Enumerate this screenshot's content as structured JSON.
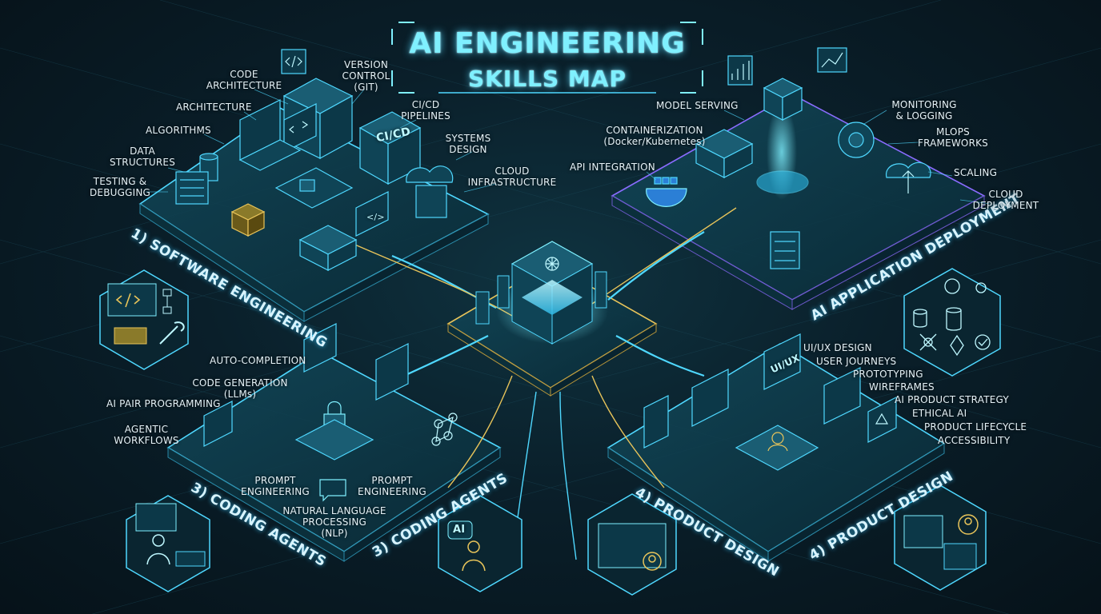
{
  "title": {
    "line1": "AI ENGINEERING",
    "line2": "SKILLS MAP"
  },
  "colors": {
    "accent": "#4fd8ff",
    "glow": "#7ff0ff",
    "gold": "#e8c45a",
    "purple": "#8a6cff",
    "panel": "#0e3a4a"
  },
  "sections": {
    "software": "1) SOFTWARE ENGINEERING",
    "deployment": "AI APPLICATION DEPLOYMENT",
    "coding_left": "3) CODING AGENTS",
    "coding_right": "3) CODING AGENTS",
    "product_left": "4) PRODUCT DESIGN",
    "product_right": "4) PRODUCT DESIGN"
  },
  "software_skills": {
    "code_architecture": "CODE\nARCHITECTURE",
    "version_control": "VERSION\nCONTROL\n(GIT)",
    "architecture": "ARCHITECTURE",
    "cicd": "CI/CD\nPIPELINES",
    "algorithms": "ALGORITHMS",
    "systems_design": "SYSTEMS\nDESIGN",
    "data_structures": "DATA\nSTRUCTURES",
    "cloud_infra": "CLOUD\nINFRASTRUCTURE",
    "testing": "TESTING &\nDEBUGGING"
  },
  "deployment_skills": {
    "model_serving": "MODEL SERVING",
    "monitoring": "MONITORING\n& LOGGING",
    "containerization": "CONTAINERIZATION\n(Docker/Kubernetes)",
    "mlops": "MLOPS\nFRAMEWORKS",
    "api_integration": "API INTEGRATION",
    "scaling": "SCALING",
    "cloud_deployment": "CLOUD\nDEPLOYMENT"
  },
  "coding_skills": {
    "auto_completion": "AUTO-COMPLETION",
    "code_generation": "CODE GENERATION\n(LLMs)",
    "pair_programming": "AI PAIR PROGRAMMING",
    "agentic": "AGENTIC\nWORKFLOWS",
    "prompt_left": "PROMPT\nENGINEERING",
    "prompt_right": "PROMPT\nENGINEERING",
    "nlp": "NATURAL LANGUAGE\nPROCESSING\n(NLP)"
  },
  "product_skills": {
    "uiux": "UI/UX DESIGN",
    "journeys": "USER JOURNEYS",
    "prototyping": "PROTOTYPING",
    "wireframes": "WIREFRAMES",
    "strategy": "AI PRODUCT STRATEGY",
    "ethical": "ETHICAL AI",
    "lifecycle": "PRODUCT LIFECYCLE",
    "accessibility": "ACCESSIBILITY"
  },
  "device_text": {
    "cicd_screen": "CI/CD",
    "uiux_screen": "UI/UX",
    "ai_badge": "AI",
    "code_tag": "</>"
  },
  "icons": [
    "code-icon",
    "flowchart-icon",
    "toolbox-icon",
    "wrench-icon",
    "cloud-icon",
    "docker-whale-icon",
    "database-icon",
    "neural-network-icon",
    "gear-icon",
    "chat-bubble-icon",
    "lock-icon",
    "user-icon",
    "monitor-icon",
    "chart-icon",
    "server-icon",
    "chip-icon"
  ]
}
